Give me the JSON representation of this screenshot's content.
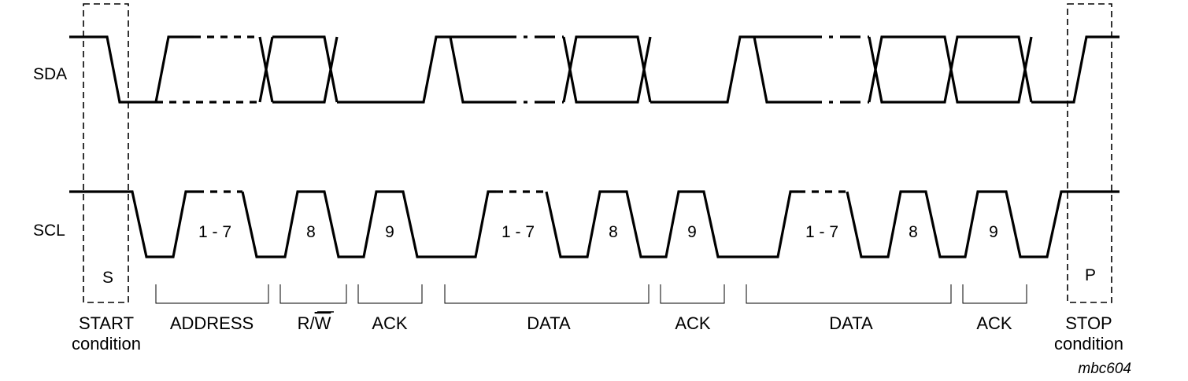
{
  "signals": {
    "sda": "SDA",
    "scl": "SCL"
  },
  "clock_numbers": [
    "1 - 7",
    "8",
    "9",
    "1 - 7",
    "8",
    "9",
    "1 - 7",
    "8",
    "9"
  ],
  "condition_marks": {
    "start": "S",
    "stop": "P"
  },
  "labels": {
    "start_line1": "START",
    "start_line2": "condition",
    "address": "ADDRESS",
    "rw_r": "R/",
    "rw_w": "W",
    "ack1": "ACK",
    "data1": "DATA",
    "ack2": "ACK",
    "data2": "DATA",
    "ack3": "ACK",
    "stop_line1": "STOP",
    "stop_line2": "condition"
  },
  "reference": "mbc604"
}
